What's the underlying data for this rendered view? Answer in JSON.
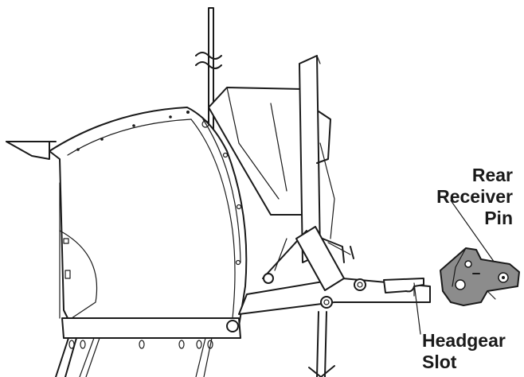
{
  "callouts": {
    "rear_receiver_pin": [
      "Rear",
      "Receiver",
      "Pin"
    ],
    "headgear_slot": [
      "Headgear",
      "Slot"
    ]
  },
  "colors": {
    "line": "#1a1a1a",
    "part_fill": "#8c8c8c",
    "background": "#ffffff"
  }
}
